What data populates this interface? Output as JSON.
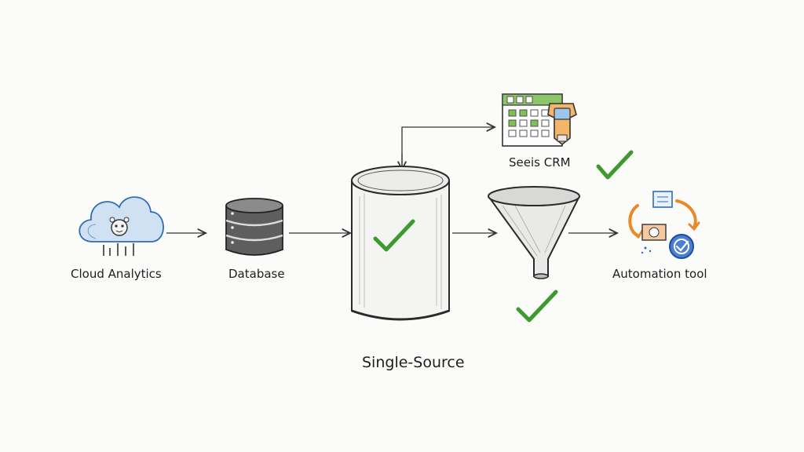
{
  "nodes": {
    "cloud": {
      "label": "Cloud Analytics"
    },
    "database": {
      "label": "Database"
    },
    "crm": {
      "label": "Seeis CRM"
    },
    "automation": {
      "label": "Automation tool"
    },
    "source": {
      "label": "Single-Source"
    }
  },
  "colors": {
    "check": "#3d9a2e",
    "cloud_fill": "#cfe1f2",
    "cloud_stroke": "#2f6fb2",
    "accent_orange": "#e88a2a",
    "accent_blue": "#2b6cc4",
    "sketch": "#2a2a2a"
  }
}
